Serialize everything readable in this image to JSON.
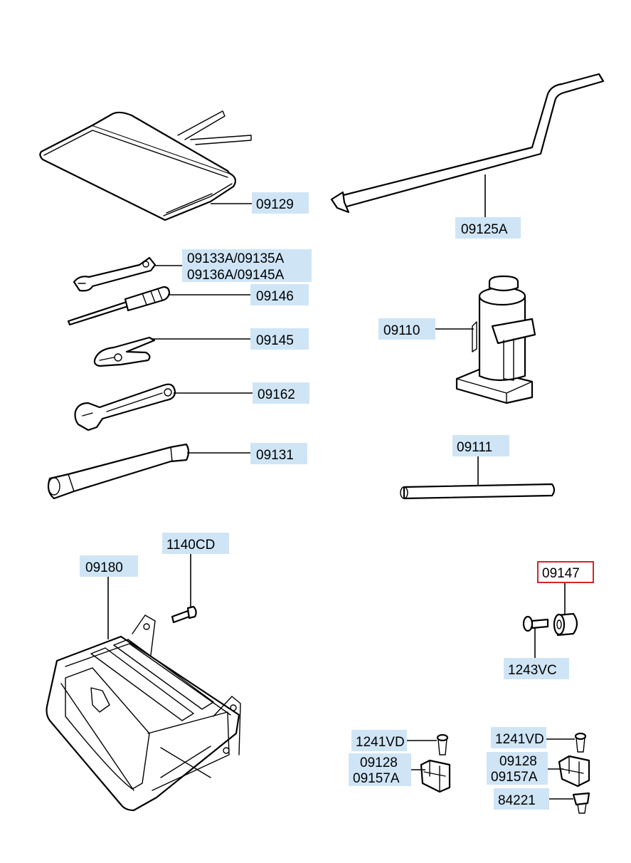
{
  "diagram": {
    "labels": {
      "bag": "09129",
      "handle": "09125A",
      "spanner_line1": "09133A/09135A",
      "spanner_line2": "09136A/09145A",
      "screwdriver": "09146",
      "pliers": "09145",
      "adj_wrench": "09162",
      "box_wrench": "09131",
      "jack": "09110",
      "bar": "09111",
      "bolt": "1140CD",
      "tray": "09180",
      "collar": "09147",
      "collar_bolt": "1243VC",
      "clip_a_bolt": "1241VD",
      "clip_a_part1": "09128",
      "clip_a_part2": "09157A",
      "clip_b_bolt": "1241VD",
      "clip_b_part1": "09128",
      "clip_b_part2": "09157A",
      "clip_b_screw": "84221"
    },
    "highlighted": "09147",
    "colors": {
      "label_bg": "#cfe5f6",
      "highlight_border": "#d8232a",
      "ink": "#000000"
    }
  }
}
